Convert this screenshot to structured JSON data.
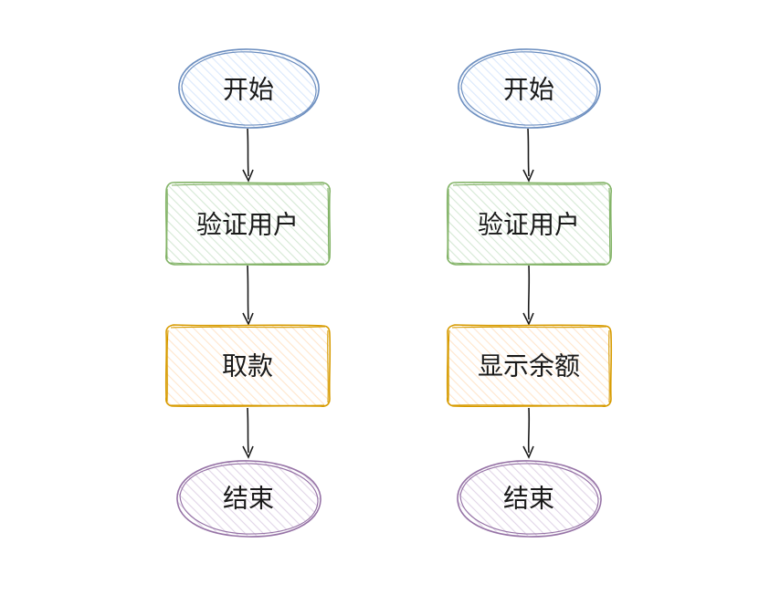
{
  "flows": [
    {
      "nodes": [
        {
          "label": "开始",
          "shape": "ellipse",
          "color": "blue"
        },
        {
          "label": "验证用户",
          "shape": "rect",
          "color": "green"
        },
        {
          "label": "取款",
          "shape": "rect",
          "color": "orange"
        },
        {
          "label": "结束",
          "shape": "ellipse",
          "color": "purple"
        }
      ]
    },
    {
      "nodes": [
        {
          "label": "开始",
          "shape": "ellipse",
          "color": "blue"
        },
        {
          "label": "验证用户",
          "shape": "rect",
          "color": "green"
        },
        {
          "label": "显示余额",
          "shape": "rect",
          "color": "orange"
        },
        {
          "label": "结束",
          "shape": "ellipse",
          "color": "purple"
        }
      ]
    }
  ],
  "colors": {
    "blue": {
      "stroke": "#6c8ebf",
      "fill": "#dae8fc"
    },
    "green": {
      "stroke": "#82b366",
      "fill": "#d5e8d4"
    },
    "orange": {
      "stroke": "#d79b00",
      "fill": "#ffe6cc"
    },
    "purple": {
      "stroke": "#9673a6",
      "fill": "#e1d5e7"
    }
  }
}
